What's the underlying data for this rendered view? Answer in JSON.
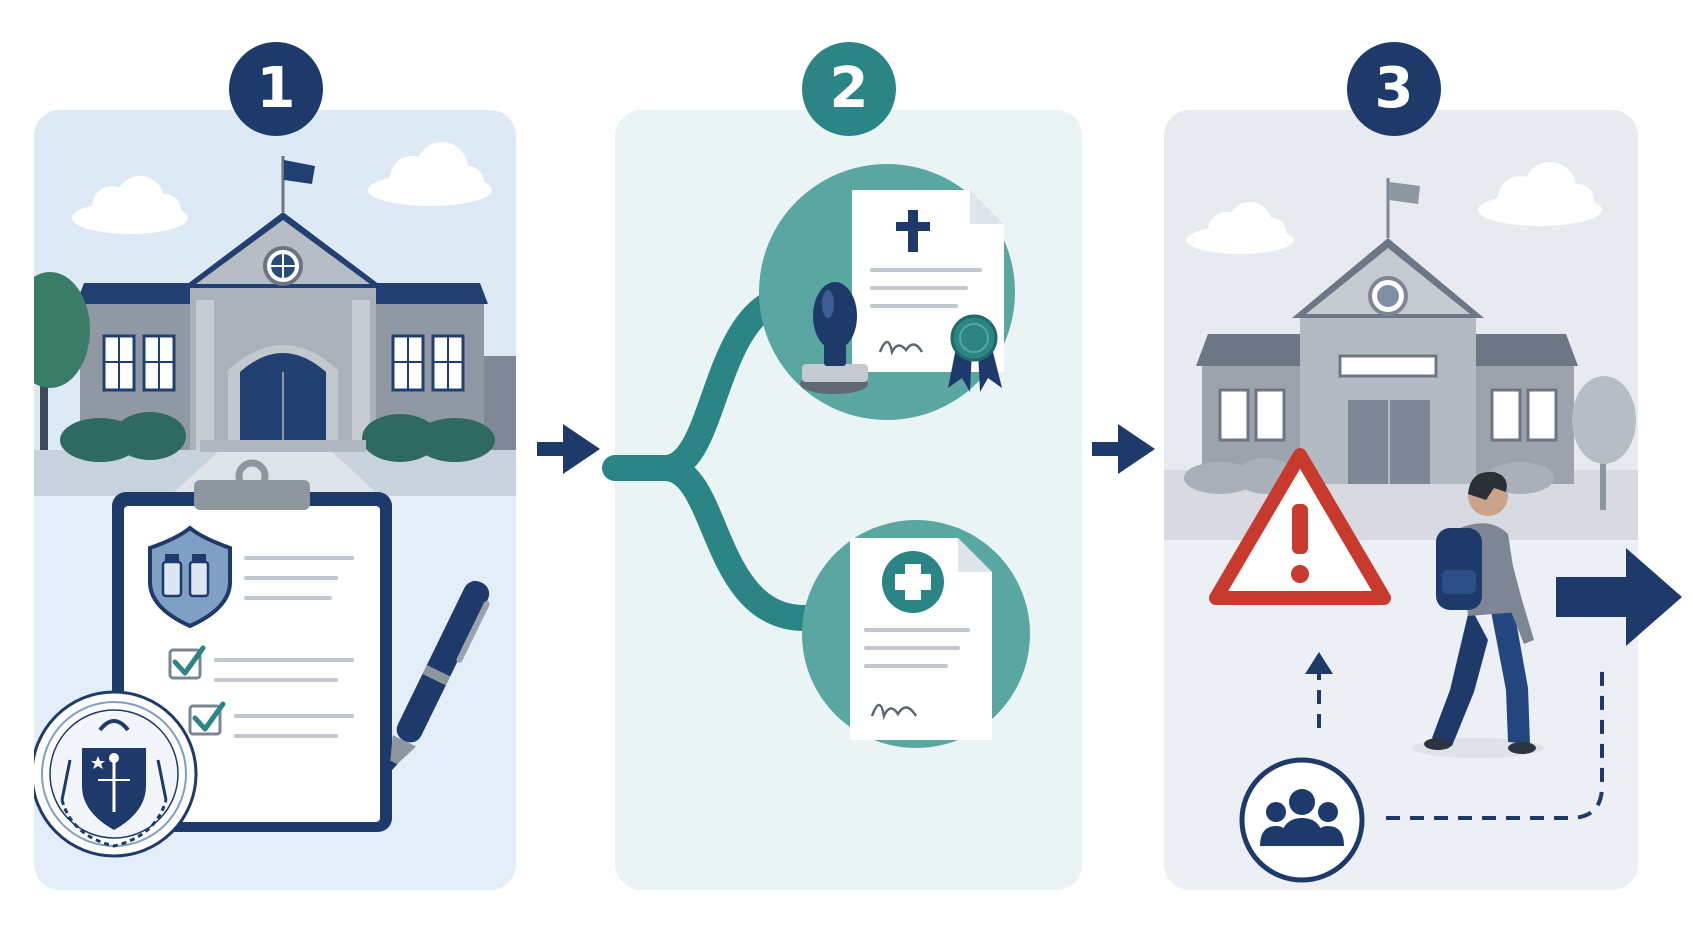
{
  "steps": [
    {
      "number": "1",
      "theme": "#1d3a6b"
    },
    {
      "number": "2",
      "theme": "#2a8584"
    },
    {
      "number": "3",
      "theme": "#1d3a6b"
    }
  ],
  "colors": {
    "navy": "#1d3a6b",
    "teal": "#2a8584",
    "warning_red": "#c8392e",
    "panel1_bg": "#e4eef8",
    "panel2_bg": "#eaf4f4",
    "panel3_bg": "#eceff4"
  },
  "icons": {
    "panel1": [
      "school-building-icon",
      "clipboard-icon",
      "vaccine-shield-icon",
      "checkbox-icon",
      "pen-icon",
      "state-seal-icon"
    ],
    "panel2": [
      "religious-exemption-document-icon",
      "rubber-stamp-icon",
      "medical-exemption-document-icon",
      "award-ribbon-icon"
    ],
    "panel3": [
      "school-building-icon",
      "warning-icon",
      "student-icon",
      "group-icon",
      "exit-arrow-icon"
    ]
  }
}
